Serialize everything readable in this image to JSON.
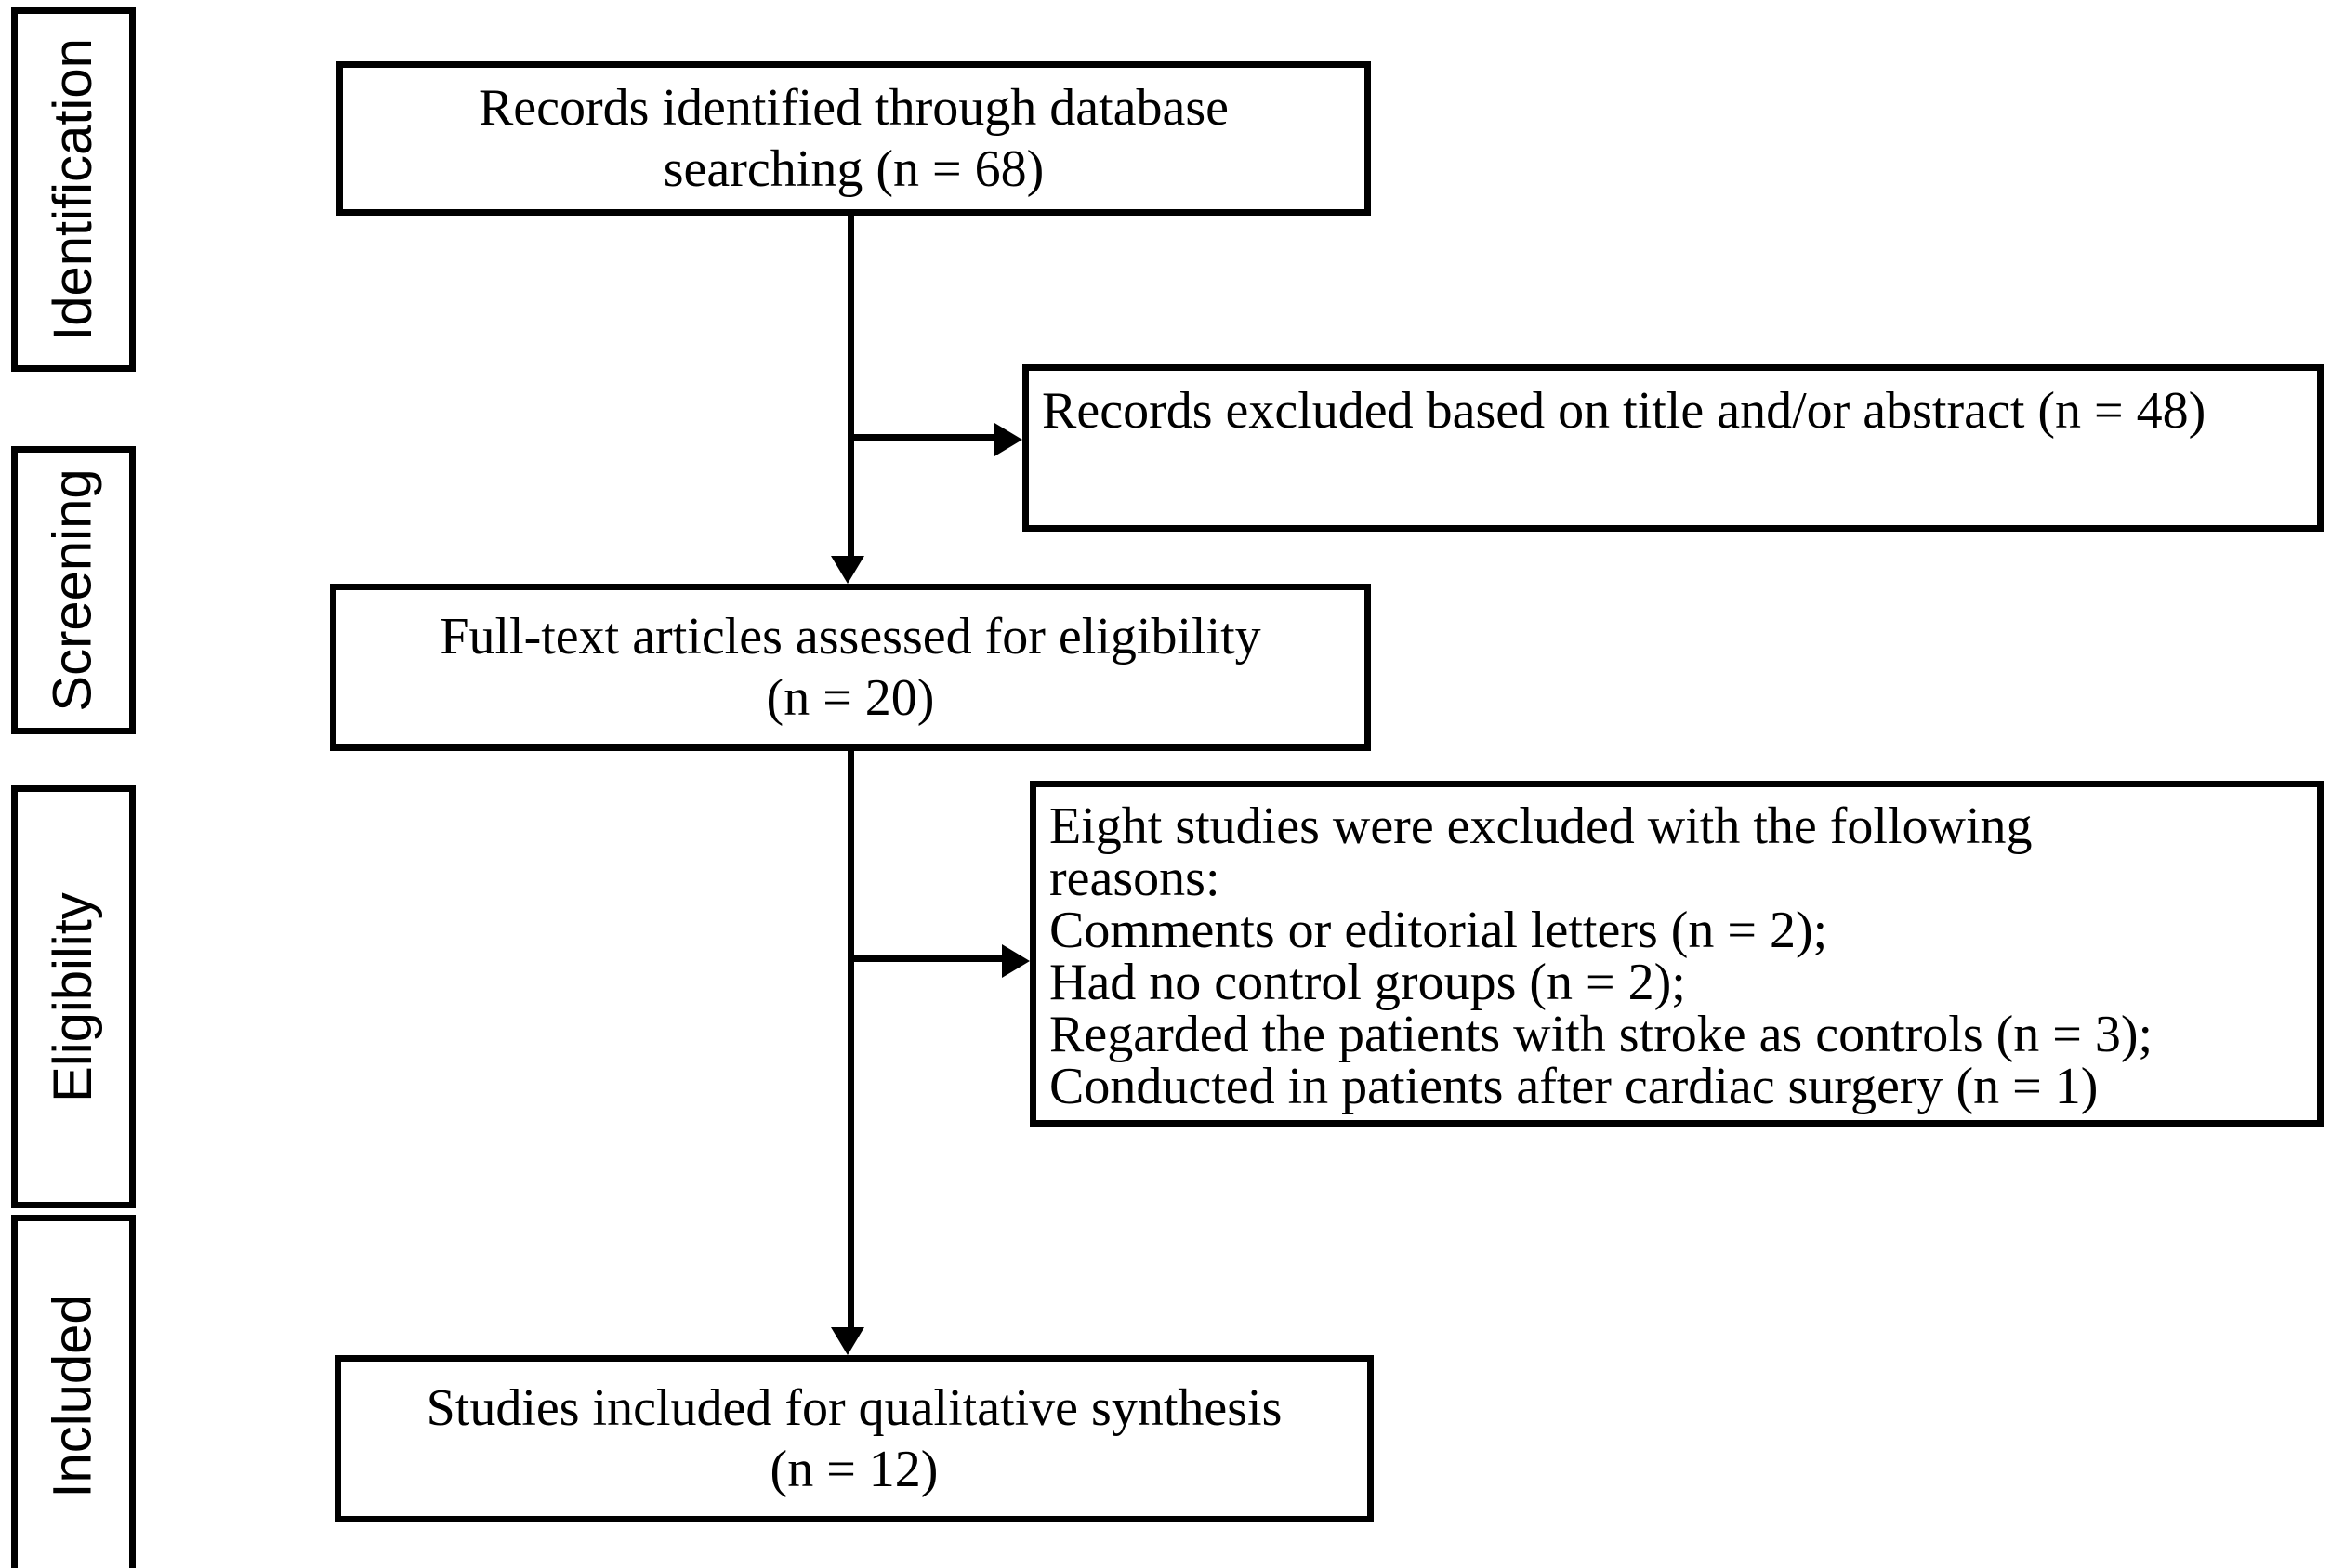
{
  "diagram": {
    "type": "prisma-flow-diagram",
    "stages": [
      {
        "id": "identification",
        "label": "Identification"
      },
      {
        "id": "screening",
        "label": "Screening"
      },
      {
        "id": "eligibility",
        "label": "Eligibility"
      },
      {
        "id": "included",
        "label": "Included"
      }
    ],
    "boxes": {
      "records_identified": {
        "line1": "Records identified through database",
        "line2": "searching  (n = 68)",
        "count": 68
      },
      "records_excluded": {
        "text": "Records excluded based on title and/or abstract (n = 48)",
        "count": 48
      },
      "fulltext_assessed": {
        "line1": "Full-text articles assessed for eligibility",
        "line2": "(n = 20)",
        "count": 20
      },
      "studies_excluded": {
        "line1": "Eight studies were excluded with the following",
        "line2": "reasons:",
        "line3": "Comments or editorial letters (n = 2);",
        "line4": "Had no control groups (n = 2);",
        "line5": "Regarded the patients with stroke as controls (n = 3);",
        "line6": "Conducted in patients after cardiac surgery (n = 1)",
        "total_excluded": 8
      },
      "studies_included": {
        "line1": "Studies included for qualitative synthesis",
        "line2": "(n = 12)",
        "count": 12
      }
    },
    "colors": {
      "stroke": "#000000",
      "fill": "#ffffff",
      "text": "#000000"
    }
  }
}
